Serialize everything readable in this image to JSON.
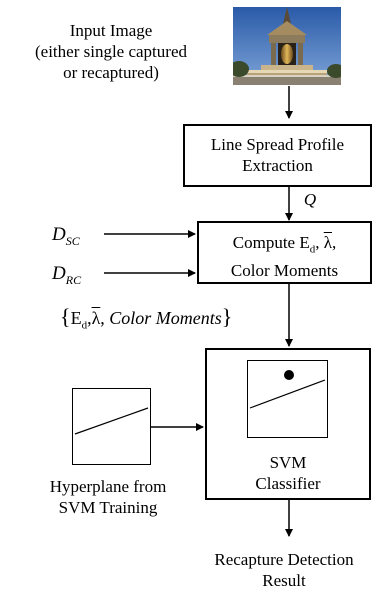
{
  "input_label": {
    "line1": "Input Image",
    "line2": "(either single captured",
    "line3": "or recaptured)"
  },
  "input_image": {
    "icon": "monument-photo",
    "sky_color": "#3d6fb8",
    "stone_color": "#b8a27a"
  },
  "line_spread_box": {
    "line1": "Line Spread Profile",
    "line2": "Extraction"
  },
  "q_label": "Q",
  "d_sc": {
    "main": "D",
    "sub": "SC"
  },
  "d_rc": {
    "main": "D",
    "sub": "RC"
  },
  "compute_box": {
    "line1_prefix": "Compute E",
    "line1_sub": "d",
    "line1_mid": ", ",
    "line1_lambda": "λ",
    "line1_suffix": ",",
    "line2": "Color Moments"
  },
  "feature_set": {
    "open": "{",
    "e": "E",
    "e_sub": "d",
    "comma1": ",",
    "lambda": "λ",
    "comma2": ", ",
    "cm": "Color Moments",
    "close": "}"
  },
  "svm_box": {
    "line1": "SVM",
    "line2": "Classifier"
  },
  "hyperplane_label": {
    "line1": "Hyperplane from",
    "line2": "SVM Training"
  },
  "result_label": {
    "line1": "Recapture Detection",
    "line2": "Result"
  }
}
